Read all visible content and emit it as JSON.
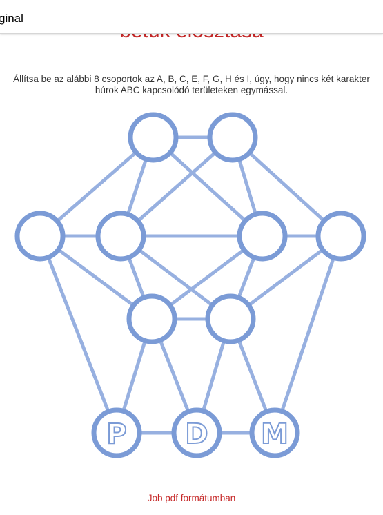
{
  "topbar": {
    "link_label": "ginal"
  },
  "page": {
    "title": "betűk elosztása",
    "instructions": "Állítsa be az alábbi 8 csoportok az A, B, C, E, F, G, H és I, úgy, hogy nincs két karakter húrok ABC kapcsolódó területeken egymással.",
    "pdf_link": "Job pdf formátumban"
  },
  "puzzle": {
    "circle_fill": "#ffffff",
    "circle_stroke": "#7b9bd6",
    "edge_color": "#97b0e0",
    "letter_fill": "#ffffff",
    "letter_stroke": "#7b9bd6",
    "letters": [
      "P",
      "D",
      "M"
    ]
  },
  "colors": {
    "accent": "#c62828",
    "node": "#7b9bd6"
  }
}
